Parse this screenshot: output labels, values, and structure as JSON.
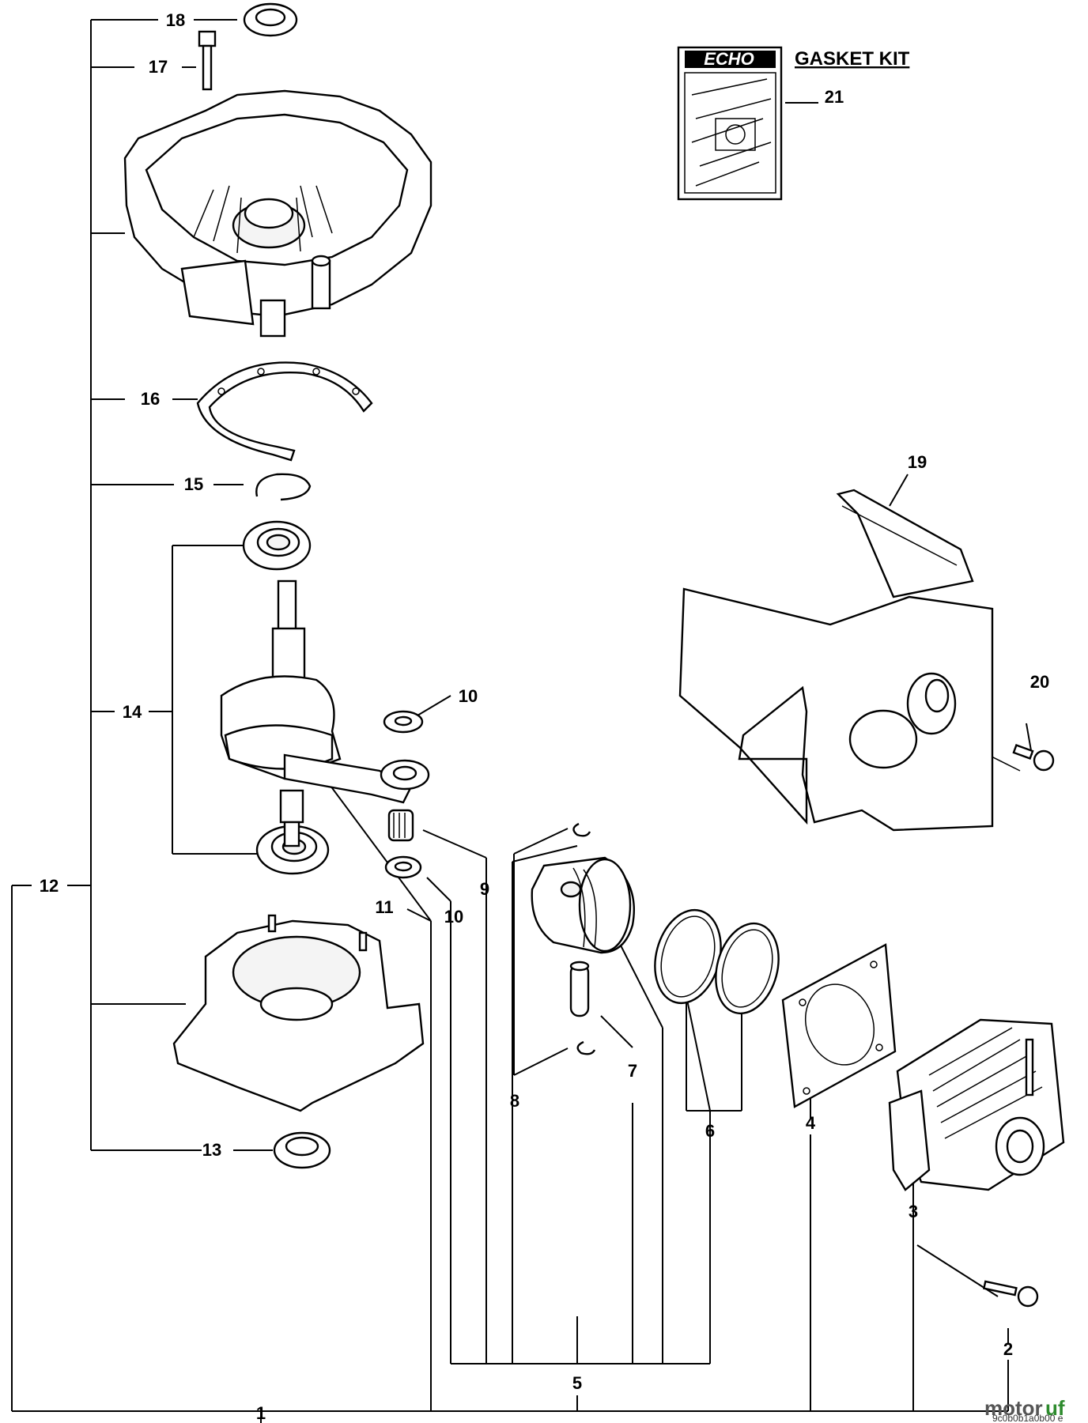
{
  "kit": {
    "title": "GASKET KIT",
    "brand": "ECHO"
  },
  "callouts": {
    "c1": "1",
    "c2": "2",
    "c3": "3",
    "c4": "4",
    "c5": "5",
    "c6": "6",
    "c7": "7",
    "c8": "8",
    "c9": "9",
    "c10a": "10",
    "c10b": "10",
    "c11": "11",
    "c12": "12",
    "c13": "13",
    "c14": "14",
    "c15": "15",
    "c16": "16",
    "c17": "17",
    "c18": "18",
    "c19": "19",
    "c20": "20",
    "c21": "21"
  },
  "watermark": {
    "logo_part1": "motor",
    "logo_part2": "uf",
    "code": "9c0b0b1a0b00 e"
  }
}
